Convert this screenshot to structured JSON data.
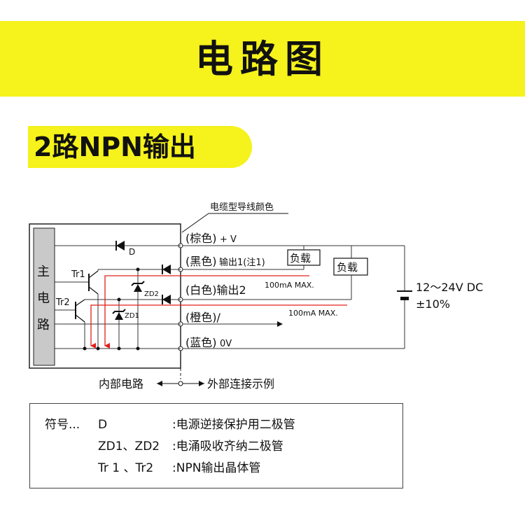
{
  "header": {
    "title": "电路图"
  },
  "section": {
    "title": "2路NPN输出"
  },
  "diagram": {
    "cable_color_label": "电缆型导线颜色",
    "main_circuit": [
      "主",
      "电",
      "路"
    ],
    "transistors": {
      "tr1": "Tr1",
      "tr2": "Tr2"
    },
    "diodes": {
      "d": "D",
      "zd2": "ZD2",
      "zd1": "ZD1"
    },
    "wires": {
      "brown": "(棕色)",
      "brown_suffix": "+ V",
      "black": "(黑色)",
      "black_suffix": "输出1(注1)",
      "white": "(白色)输出2",
      "orange": "(橙色)/",
      "blue": "(蓝色)",
      "blue_suffix": "0V"
    },
    "loads": [
      "负载",
      "负载"
    ],
    "current_labels": [
      "100mA MAX.",
      "100mA MAX."
    ],
    "supply": {
      "voltage": "12～24V DC",
      "tolerance": "±10%"
    },
    "boundary": {
      "internal": "内部电路",
      "external": "外部连接示例"
    }
  },
  "legend": {
    "symbol_label": "符号...",
    "rows": [
      {
        "key": "D",
        "desc": ":电源逆接保护用二极管"
      },
      {
        "key": "ZD1、ZD2",
        "desc": ":电涌吸收齐纳二极管"
      },
      {
        "key": "Tr 1 、Tr2",
        "desc": ":NPN输出晶体管"
      }
    ]
  },
  "colors": {
    "accent_yellow": "#f5f21c",
    "arrow_red": "#e0201a",
    "panel_gray": "#c9c9c9"
  }
}
